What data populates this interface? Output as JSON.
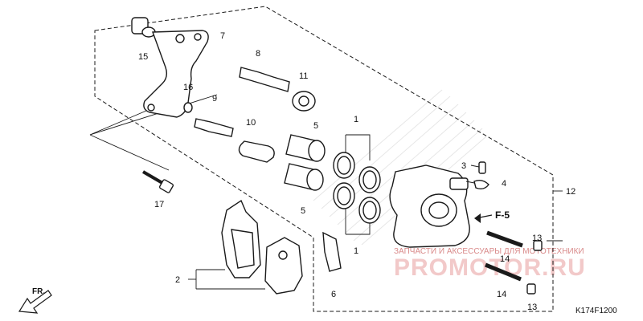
{
  "callouts": {
    "c1_top": "1",
    "c1_bottom": "1",
    "c2": "2",
    "c3": "3",
    "c4": "4",
    "c5_top": "5",
    "c5_bottom": "5",
    "c6": "6",
    "c7": "7",
    "c8": "8",
    "c9": "9",
    "c10": "10",
    "c11": "11",
    "c12": "12",
    "c13_top": "13",
    "c13_bottom": "13",
    "c14_top": "14",
    "c14_bottom": "14",
    "c15": "15",
    "c16": "16",
    "c17": "17"
  },
  "reference_label": "F-5",
  "front_arrow_label": "FR.",
  "diagram_code": "K174F1200",
  "watermark": {
    "top_text": "ЗАПЧАСТИ И АКСЕССУАРЫ ДЛЯ МОТОТЕХНИКИ",
    "brand_text": "PROMOTOR.RU"
  },
  "colors": {
    "line": "#1a1a1a",
    "watermark": "#f2c9c9",
    "watermark_text": "#d98a8a"
  }
}
